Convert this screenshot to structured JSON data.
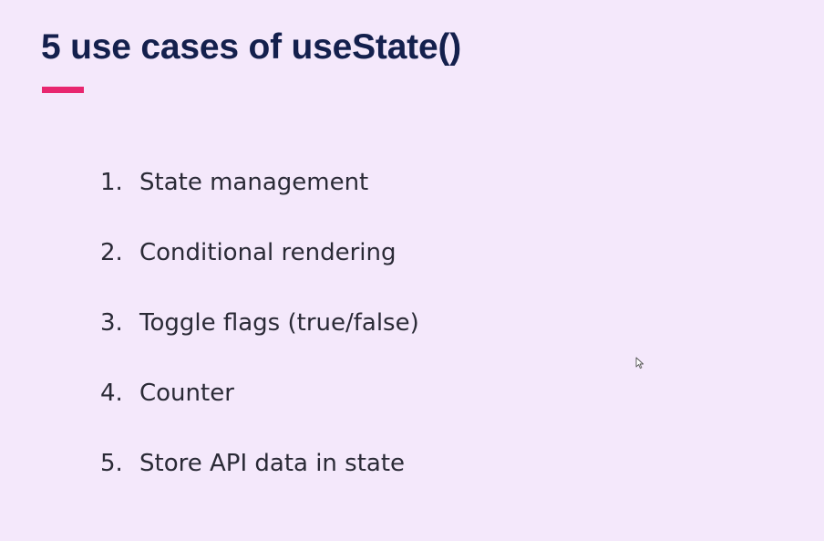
{
  "slide": {
    "title": "5 use cases of useState()",
    "accent_color": "#e8266f",
    "items": [
      {
        "number": "1.",
        "text": "State management"
      },
      {
        "number": "2.",
        "text": "Conditional rendering"
      },
      {
        "number": "3.",
        "text": "Toggle flags (true/false)"
      },
      {
        "number": "4.",
        "text": "Counter"
      },
      {
        "number": "5.",
        "text": "Store API data in state"
      }
    ]
  },
  "cursor": {
    "icon": "mouse-pointer-icon"
  }
}
